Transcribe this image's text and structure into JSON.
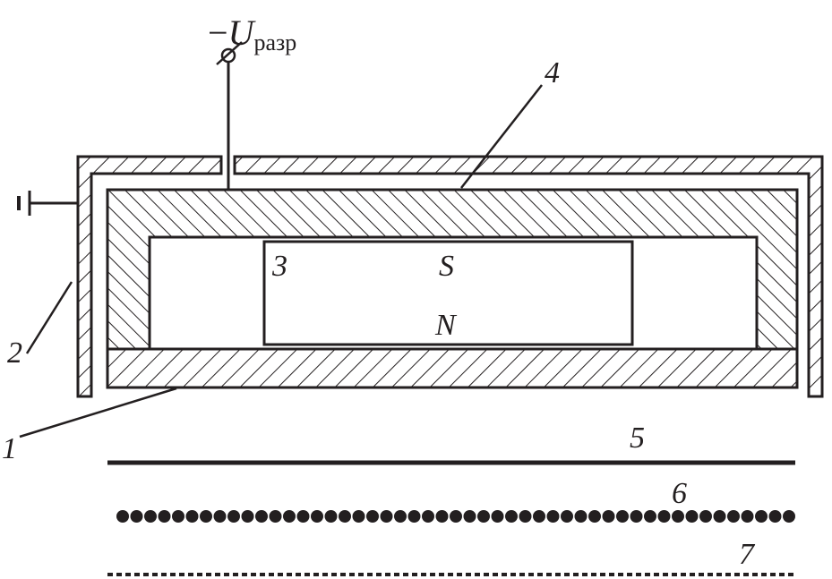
{
  "voltage_label": {
    "sign": "−",
    "symbol": "U",
    "subscript": "разр"
  },
  "labels": {
    "anode_base": "1",
    "shield": "2",
    "magnet": "3",
    "cathode": "4",
    "layer5": "5",
    "layer6": "6",
    "layer7": "7",
    "pole_s": "S",
    "pole_n": "N"
  },
  "colors": {
    "ink": "#231f20",
    "background": "#ffffff"
  }
}
